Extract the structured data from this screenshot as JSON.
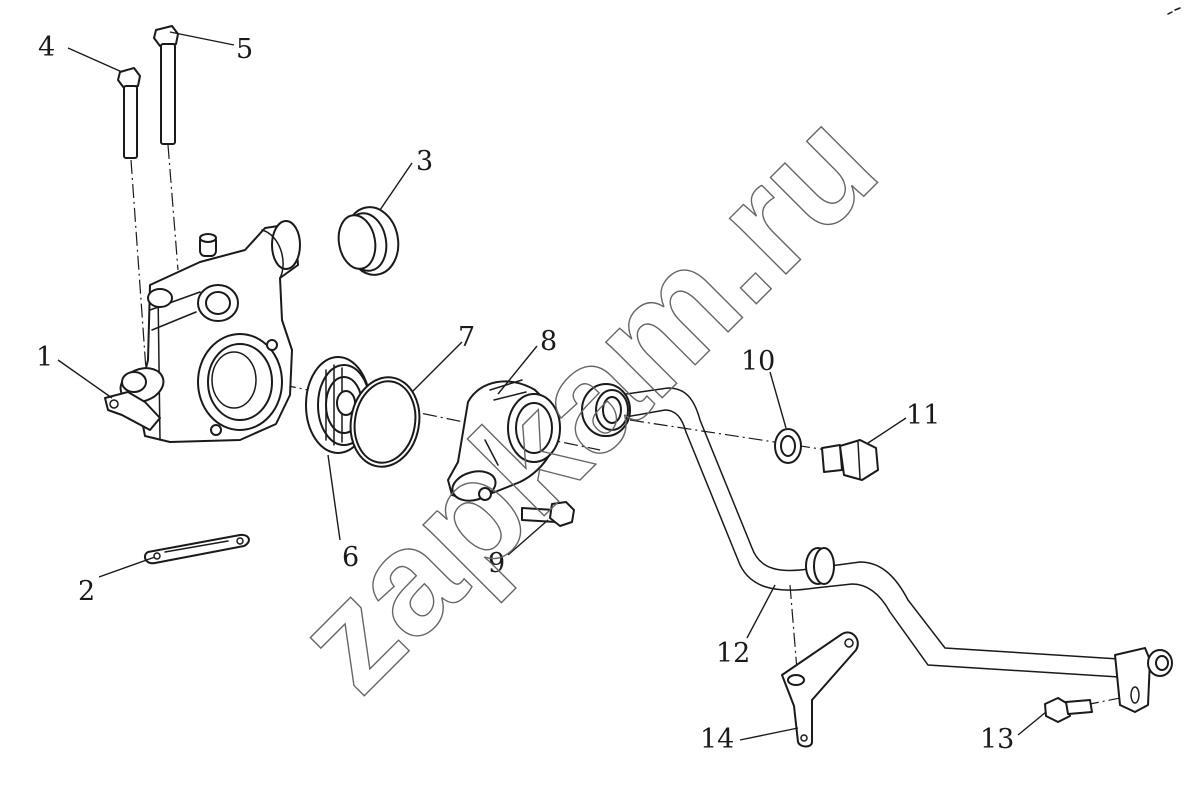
{
  "watermark": "zapkam.ru",
  "callouts": [
    {
      "id": "1",
      "label": "1"
    },
    {
      "id": "2",
      "label": "2"
    },
    {
      "id": "3",
      "label": "3"
    },
    {
      "id": "4",
      "label": "4"
    },
    {
      "id": "5",
      "label": "5"
    },
    {
      "id": "6",
      "label": "6"
    },
    {
      "id": "7",
      "label": "7"
    },
    {
      "id": "8",
      "label": "8"
    },
    {
      "id": "9",
      "label": "9"
    },
    {
      "id": "10",
      "label": "10"
    },
    {
      "id": "11",
      "label": "11"
    },
    {
      "id": "12",
      "label": "12"
    },
    {
      "id": "13",
      "label": "13"
    },
    {
      "id": "14",
      "label": "14"
    }
  ],
  "colors": {
    "line": "#1a1a1a",
    "watermark": "#666666",
    "background": "#ffffff"
  }
}
